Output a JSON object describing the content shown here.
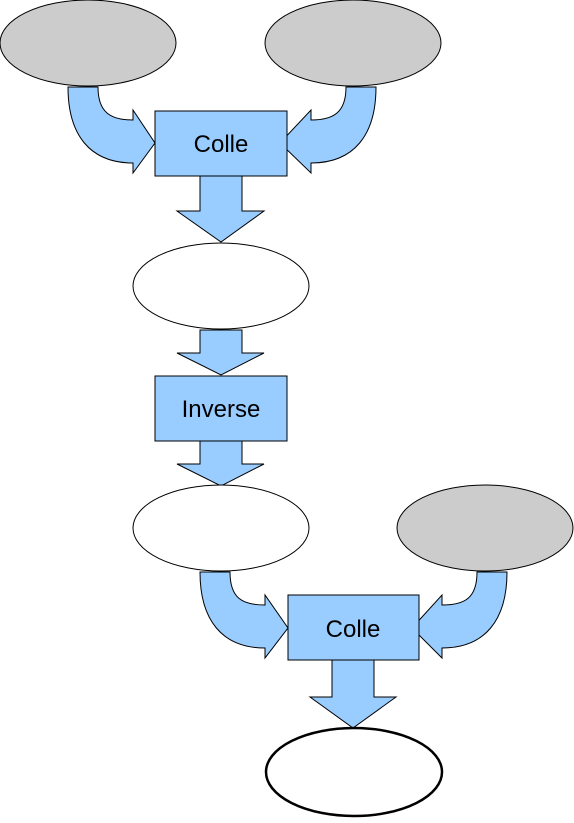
{
  "colors": {
    "box_fill": "#99ccff",
    "arrow_fill": "#99ccff",
    "stroke": "#000000",
    "input_node_fill": "#cccccc",
    "intermediate_node_fill": "#ffffff",
    "output_node_fill": "#ffffff"
  },
  "operations": [
    {
      "label": "Colle"
    },
    {
      "label": "Inverse"
    },
    {
      "label": "Colle"
    }
  ]
}
